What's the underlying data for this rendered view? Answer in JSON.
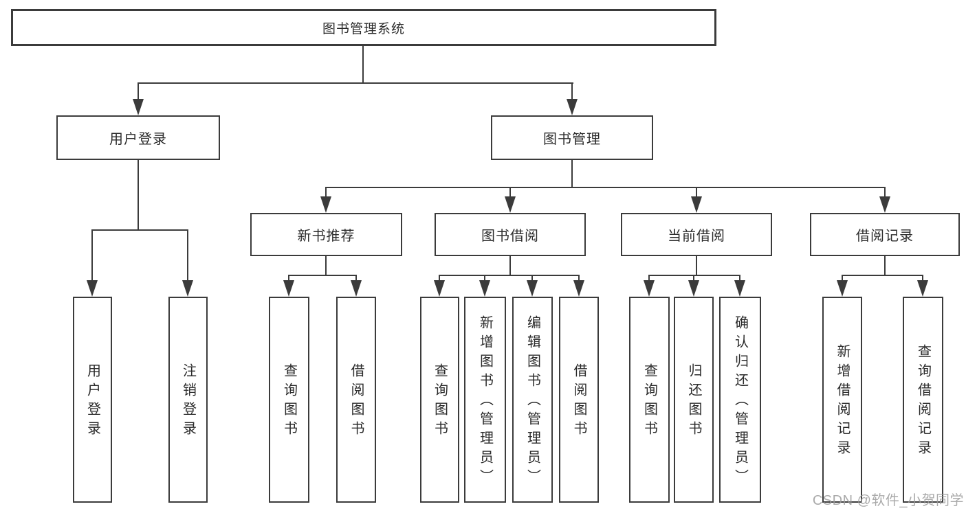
{
  "tree": {
    "root": "图书管理系统",
    "branches": [
      {
        "label": "用户登录",
        "children": [
          "用户登录",
          "注销登录"
        ]
      },
      {
        "label": "图书管理",
        "groups": [
          {
            "label": "新书推荐",
            "children": [
              "查询图书",
              "借阅图书"
            ]
          },
          {
            "label": "图书借阅",
            "children": [
              "查询图书",
              "新增图书（管理员）",
              "编辑图书（管理员）",
              "借阅图书"
            ]
          },
          {
            "label": "当前借阅",
            "children": [
              "查询图书",
              "归还图书",
              "确认归还（管理员）"
            ]
          },
          {
            "label": "借阅记录",
            "children": [
              "新增借阅记录",
              "查询借阅记录"
            ]
          }
        ]
      }
    ]
  },
  "watermark": {
    "text": "CSDN @软件_小贺同学"
  },
  "colors": {
    "line": "#3b3b3b",
    "text": "#2b2b2b",
    "watermark": "#9c9c9c",
    "background": "#ffffff"
  }
}
